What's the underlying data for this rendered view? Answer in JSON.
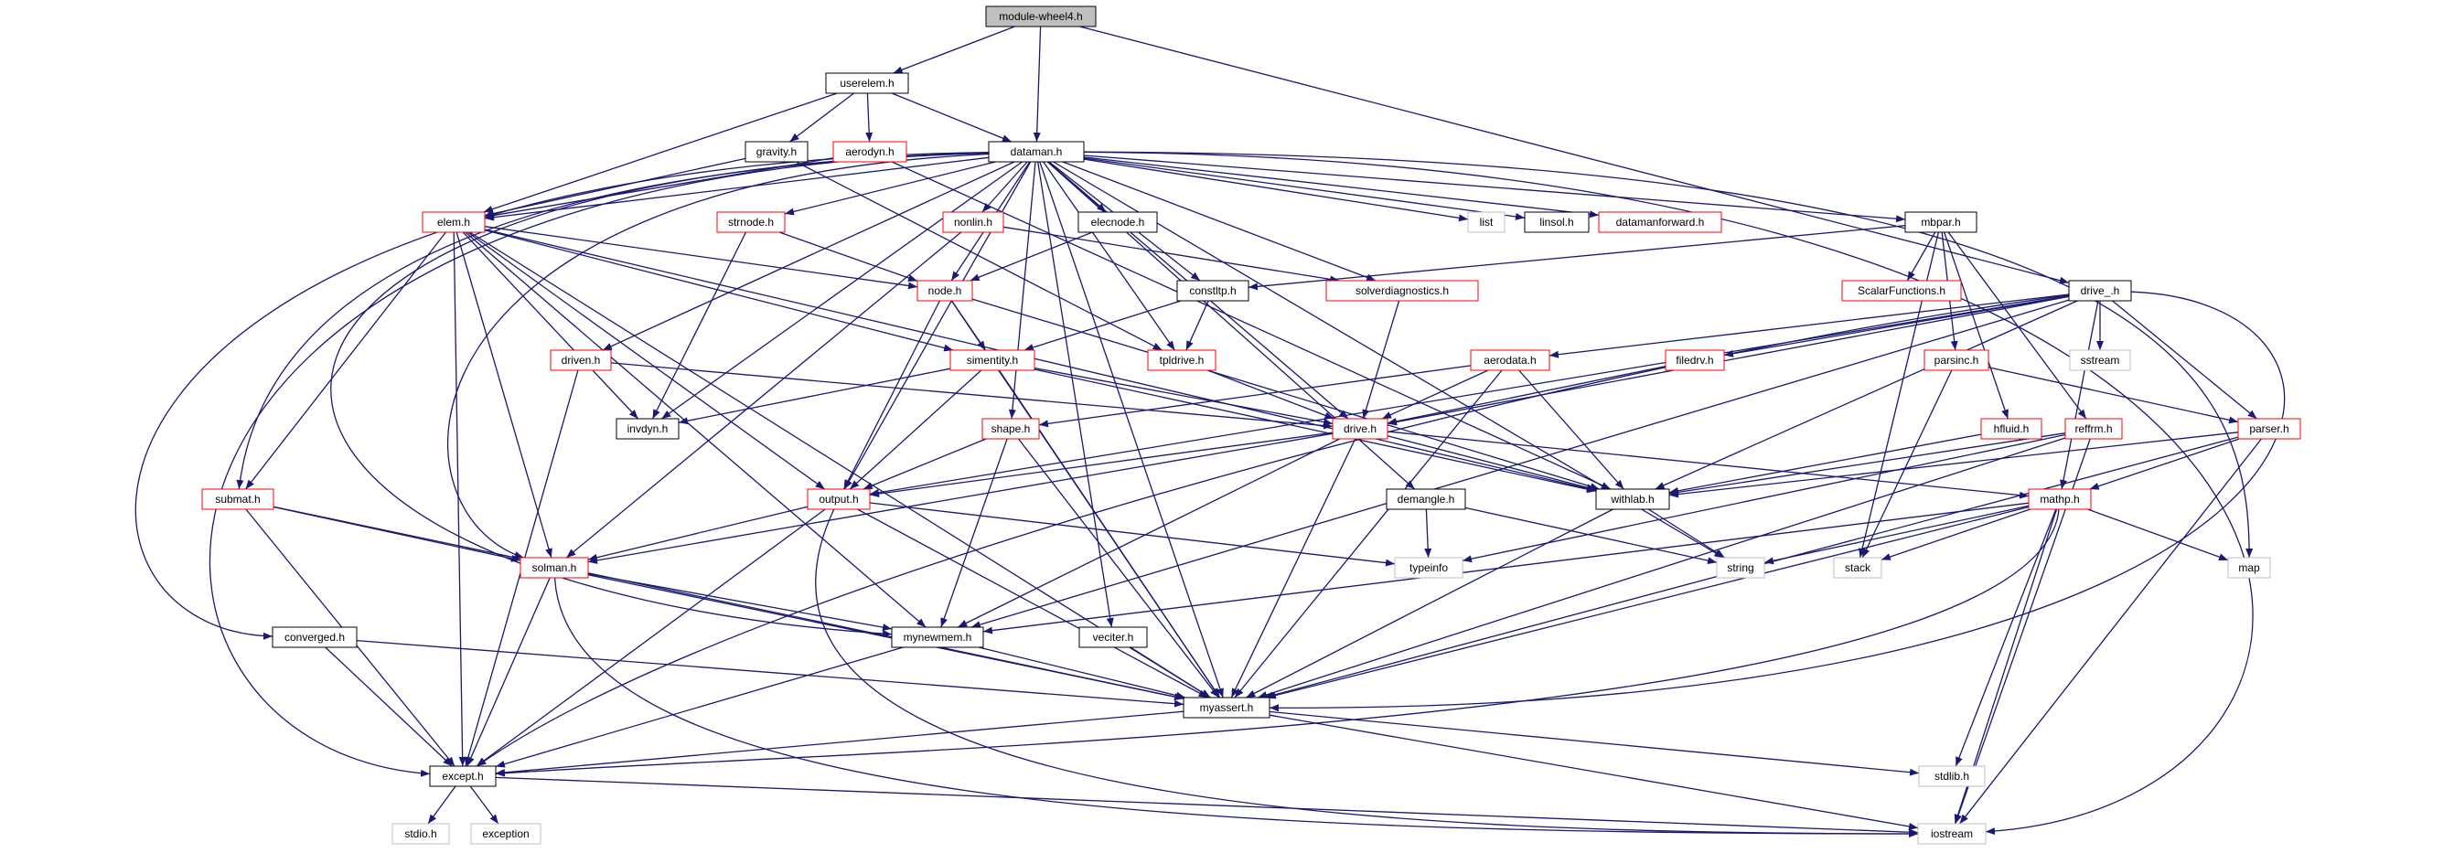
{
  "colors": {
    "edge": "#191970",
    "background": "#ffffff",
    "text": "#000000",
    "node_fill": "#ffffff",
    "system_border": "#bfbfbf"
  },
  "graph": {
    "nodes": [
      {
        "label": "module-wheel4.h",
        "border": "#000000",
        "fill": "#bfbfbf"
      },
      {
        "label": "userelem.h",
        "border": "#000000"
      },
      {
        "label": "gravity.h",
        "border": "#000000"
      },
      {
        "label": "aerodyn.h",
        "border": "#ff0000"
      },
      {
        "label": "dataman.h",
        "border": "#000000"
      },
      {
        "label": "elem.h",
        "border": "#ff0000"
      },
      {
        "label": "strnode.h",
        "border": "#ff0000"
      },
      {
        "label": "nonlin.h",
        "border": "#ff0000"
      },
      {
        "label": "elecnode.h",
        "border": "#000000"
      },
      {
        "label": "list",
        "border": "#bfbfbf"
      },
      {
        "label": "linsol.h",
        "border": "#000000"
      },
      {
        "label": "datamanforward.h",
        "border": "#ff0000"
      },
      {
        "label": "mbpar.h",
        "border": "#000000"
      },
      {
        "label": "node.h",
        "border": "#ff0000"
      },
      {
        "label": "constltp.h",
        "border": "#000000"
      },
      {
        "label": "solverdiagnostics.h",
        "border": "#ff0000"
      },
      {
        "label": "ScalarFunctions.h",
        "border": "#ff0000"
      },
      {
        "label": "drive_.h",
        "border": "#000000"
      },
      {
        "label": "driven.h",
        "border": "#ff0000"
      },
      {
        "label": "simentity.h",
        "border": "#ff0000"
      },
      {
        "label": "tpldrive.h",
        "border": "#ff0000"
      },
      {
        "label": "aerodata.h",
        "border": "#ff0000"
      },
      {
        "label": "filedrv.h",
        "border": "#ff0000"
      },
      {
        "label": "parsinc.h",
        "border": "#ff0000"
      },
      {
        "label": "sstream",
        "border": "#bfbfbf"
      },
      {
        "label": "invdyn.h",
        "border": "#000000"
      },
      {
        "label": "drive.h",
        "border": "#ff0000"
      },
      {
        "label": "shape.h",
        "border": "#ff0000"
      },
      {
        "label": "hfluid.h",
        "border": "#ff0000"
      },
      {
        "label": "reffrm.h",
        "border": "#ff0000"
      },
      {
        "label": "parser.h",
        "border": "#ff0000"
      },
      {
        "label": "submat.h",
        "border": "#ff0000"
      },
      {
        "label": "output.h",
        "border": "#ff0000"
      },
      {
        "label": "demangle.h",
        "border": "#000000"
      },
      {
        "label": "withlab.h",
        "border": "#000000"
      },
      {
        "label": "mathp.h",
        "border": "#ff0000"
      },
      {
        "label": "solman.h",
        "border": "#ff0000"
      },
      {
        "label": "typeinfo",
        "border": "#bfbfbf"
      },
      {
        "label": "string",
        "border": "#bfbfbf"
      },
      {
        "label": "stack",
        "border": "#bfbfbf"
      },
      {
        "label": "map",
        "border": "#bfbfbf"
      },
      {
        "label": "converged.h",
        "border": "#000000"
      },
      {
        "label": "mynewmem.h",
        "border": "#000000"
      },
      {
        "label": "veciter.h",
        "border": "#000000"
      },
      {
        "label": "myassert.h",
        "border": "#000000"
      },
      {
        "label": "except.h",
        "border": "#000000"
      },
      {
        "label": "stdlib.h",
        "border": "#bfbfbf"
      },
      {
        "label": "stdio.h",
        "border": "#bfbfbf"
      },
      {
        "label": "exception",
        "border": "#bfbfbf"
      },
      {
        "label": "iostream",
        "border": "#bfbfbf"
      }
    ],
    "edges": [
      [
        0,
        1
      ],
      [
        0,
        4
      ],
      [
        0,
        17
      ],
      [
        1,
        2
      ],
      [
        1,
        3
      ],
      [
        1,
        4
      ],
      [
        1,
        5
      ],
      [
        2,
        5
      ],
      [
        2,
        20
      ],
      [
        3,
        5
      ],
      [
        3,
        34
      ],
      [
        4,
        5
      ],
      [
        4,
        6
      ],
      [
        4,
        7
      ],
      [
        4,
        8
      ],
      [
        4,
        9
      ],
      [
        4,
        10
      ],
      [
        4,
        11
      ],
      [
        4,
        12
      ],
      [
        4,
        13
      ],
      [
        4,
        14
      ],
      [
        4,
        15
      ],
      [
        4,
        18
      ],
      [
        4,
        20
      ],
      [
        4,
        25
      ],
      [
        4,
        26
      ],
      [
        4,
        27
      ],
      [
        4,
        31
      ],
      [
        4,
        32
      ],
      [
        4,
        33
      ],
      [
        4,
        36
      ],
      [
        4,
        38
      ],
      [
        4,
        40
      ],
      [
        4,
        41
      ],
      [
        4,
        42
      ],
      [
        4,
        43
      ],
      [
        4,
        44
      ],
      [
        4,
        45
      ],
      [
        4,
        49
      ],
      [
        5,
        13
      ],
      [
        5,
        19
      ],
      [
        5,
        25
      ],
      [
        5,
        31
      ],
      [
        5,
        32
      ],
      [
        5,
        34
      ],
      [
        5,
        36
      ],
      [
        5,
        42
      ],
      [
        5,
        44
      ],
      [
        5,
        45
      ],
      [
        6,
        13
      ],
      [
        6,
        25
      ],
      [
        7,
        15
      ],
      [
        7,
        36
      ],
      [
        8,
        13
      ],
      [
        12,
        14
      ],
      [
        12,
        16
      ],
      [
        12,
        23
      ],
      [
        12,
        28
      ],
      [
        12,
        29
      ],
      [
        12,
        39
      ],
      [
        13,
        19
      ],
      [
        13,
        32
      ],
      [
        13,
        34
      ],
      [
        13,
        44
      ],
      [
        14,
        19
      ],
      [
        14,
        20
      ],
      [
        15,
        26
      ],
      [
        17,
        21
      ],
      [
        17,
        22
      ],
      [
        17,
        24
      ],
      [
        17,
        26
      ],
      [
        17,
        30
      ],
      [
        17,
        32
      ],
      [
        17,
        34
      ],
      [
        17,
        35
      ],
      [
        17,
        42
      ],
      [
        17,
        44
      ],
      [
        17,
        45
      ],
      [
        18,
        26
      ],
      [
        18,
        45
      ],
      [
        19,
        25
      ],
      [
        19,
        26
      ],
      [
        19,
        32
      ],
      [
        19,
        34
      ],
      [
        19,
        44
      ],
      [
        20,
        26
      ],
      [
        21,
        26
      ],
      [
        21,
        27
      ],
      [
        21,
        34
      ],
      [
        21,
        44
      ],
      [
        22,
        26
      ],
      [
        23,
        30
      ],
      [
        23,
        39
      ],
      [
        26,
        32
      ],
      [
        26,
        34
      ],
      [
        26,
        35
      ],
      [
        26,
        36
      ],
      [
        26,
        42
      ],
      [
        26,
        44
      ],
      [
        27,
        32
      ],
      [
        27,
        42
      ],
      [
        27,
        44
      ],
      [
        28,
        34
      ],
      [
        29,
        34
      ],
      [
        29,
        37
      ],
      [
        29,
        44
      ],
      [
        29,
        49
      ],
      [
        30,
        34
      ],
      [
        30,
        35
      ],
      [
        30,
        44
      ],
      [
        30,
        49
      ],
      [
        31,
        36
      ],
      [
        31,
        44
      ],
      [
        31,
        45
      ],
      [
        32,
        36
      ],
      [
        32,
        37
      ],
      [
        32,
        44
      ],
      [
        32,
        45
      ],
      [
        32,
        49
      ],
      [
        33,
        37
      ],
      [
        33,
        38
      ],
      [
        34,
        38
      ],
      [
        34,
        44
      ],
      [
        35,
        38
      ],
      [
        35,
        39
      ],
      [
        35,
        40
      ],
      [
        35,
        42
      ],
      [
        35,
        44
      ],
      [
        35,
        45
      ],
      [
        35,
        46
      ],
      [
        35,
        49
      ],
      [
        36,
        42
      ],
      [
        36,
        44
      ],
      [
        36,
        45
      ],
      [
        36,
        49
      ],
      [
        41,
        44
      ],
      [
        41,
        45
      ],
      [
        42,
        44
      ],
      [
        42,
        45
      ],
      [
        43,
        44
      ],
      [
        44,
        45
      ],
      [
        44,
        46
      ],
      [
        44,
        49
      ],
      [
        45,
        47
      ],
      [
        45,
        48
      ],
      [
        45,
        49
      ]
    ]
  }
}
